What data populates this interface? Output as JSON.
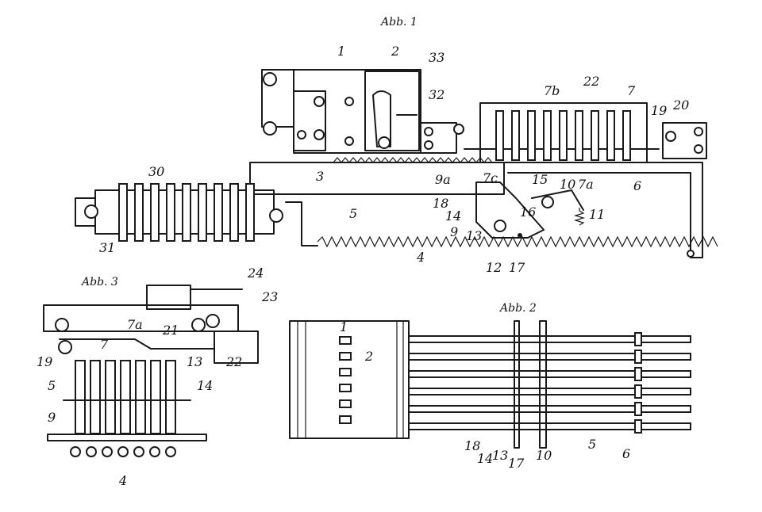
{
  "figures": {
    "abb1": {
      "title": "Abb. 1",
      "labels": [
        "1",
        "2",
        "33",
        "32",
        "7b",
        "22",
        "7",
        "19",
        "20",
        "30",
        "31",
        "3",
        "5",
        "9a",
        "7c",
        "18",
        "14",
        "9",
        "13",
        "16",
        "10",
        "7a",
        "15",
        "6",
        "11",
        "4",
        "12",
        "17"
      ]
    },
    "abb2": {
      "title": "Abb. 2",
      "labels": [
        "1",
        "2",
        "18",
        "14",
        "13",
        "17",
        "10",
        "5",
        "6"
      ]
    },
    "abb3": {
      "title": "Abb. 3",
      "labels": [
        "24",
        "23",
        "7",
        "7a",
        "21",
        "22",
        "19",
        "5",
        "13",
        "14",
        "9",
        "4"
      ]
    }
  },
  "colors": {
    "ink": "#1a1a1a",
    "paper": "#ffffff"
  }
}
